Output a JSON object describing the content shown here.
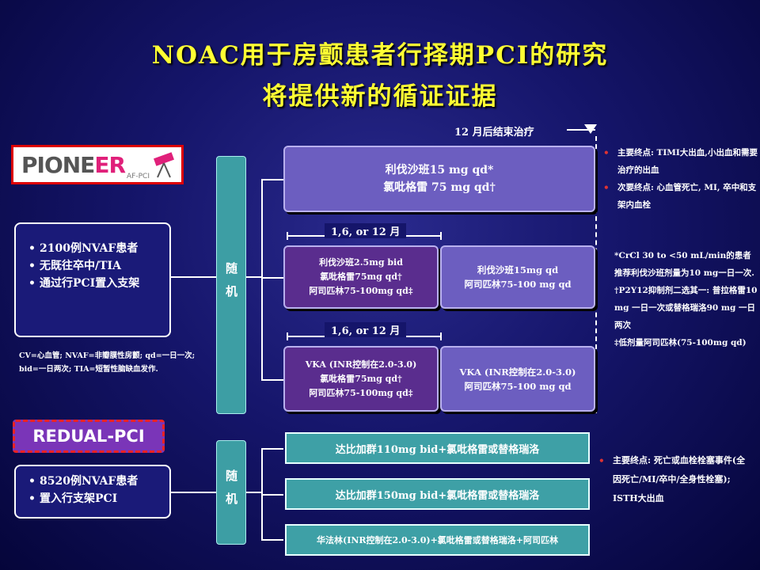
{
  "header": {
    "title_line1": "NOAC用于房颤患者行择期PCI的研究",
    "title_line2": "将提供新的循证证据"
  },
  "pioneer": {
    "logo_main_a": "PIONE",
    "logo_main_b": "ER",
    "logo_sub": "AF-PCI",
    "population": [
      "2100例NVAF患者",
      "无既往卒中/TIA",
      "通过行PCI置入支架"
    ],
    "abbrev_note": "CV=心血管; NVAF=非瓣膜性房颤; qd=一日一次; bid=一日两次; TIA=短暂性脑缺血发作.",
    "randomize": "随机",
    "end_label": "12 月后结束治疗",
    "period_label_1": "1,6, or 12 月",
    "period_label_2": "1,6, or 12 月",
    "arm1": [
      "利伐沙班15 mg qd*",
      "氯吡格雷 75 mg qd†"
    ],
    "arm2_first": [
      "利伐沙班2.5mg bid",
      "氯吡格雷75mg qd†",
      "阿司匹林75-100mg qd‡"
    ],
    "arm2_second": [
      "利伐沙班15mg qd",
      "阿司匹林75-100 mg qd"
    ],
    "arm3_first": [
      "VKA (INR控制在2.0-3.0)",
      "氯吡格雷75mg qd†",
      "阿司匹林75-100mg qd‡"
    ],
    "arm3_second": [
      "VKA (INR控制在2.0-3.0)",
      "阿司匹林75-100 mg qd"
    ],
    "endpoints": [
      "主要终点: TIMI大出血,小出血和需要治疗的出血",
      "次要终点: 心血管死亡, MI, 卒中和支架内血栓"
    ],
    "footnotes": [
      "*CrCl 30 to <50 mL/min的患者推荐利伐沙班剂量为10 mg一日一次.",
      "†P2Y12抑制剂二选其一: 普拉格雷10 mg 一日一次或替格瑞洛90 mg 一日两次",
      "‡低剂量阿司匹林(75-100mg qd)"
    ]
  },
  "redual": {
    "label": "REDUAL-PCI",
    "population": [
      "8520例NVAF患者",
      "置入行支架PCI"
    ],
    "randomize": "随机",
    "arms": [
      "达比加群110mg bid+氯吡格雷或替格瑞洛",
      "达比加群150mg bid+氯吡格雷或替格瑞洛",
      "华法林(INR控制在2.0-3.0)+氯吡格雷或替格瑞洛+阿司匹林"
    ],
    "endpoint": "主要终点: 死亡或血栓栓塞事件(全因死亡/MI/卒中/全身性栓塞); ISTH大出血"
  }
}
